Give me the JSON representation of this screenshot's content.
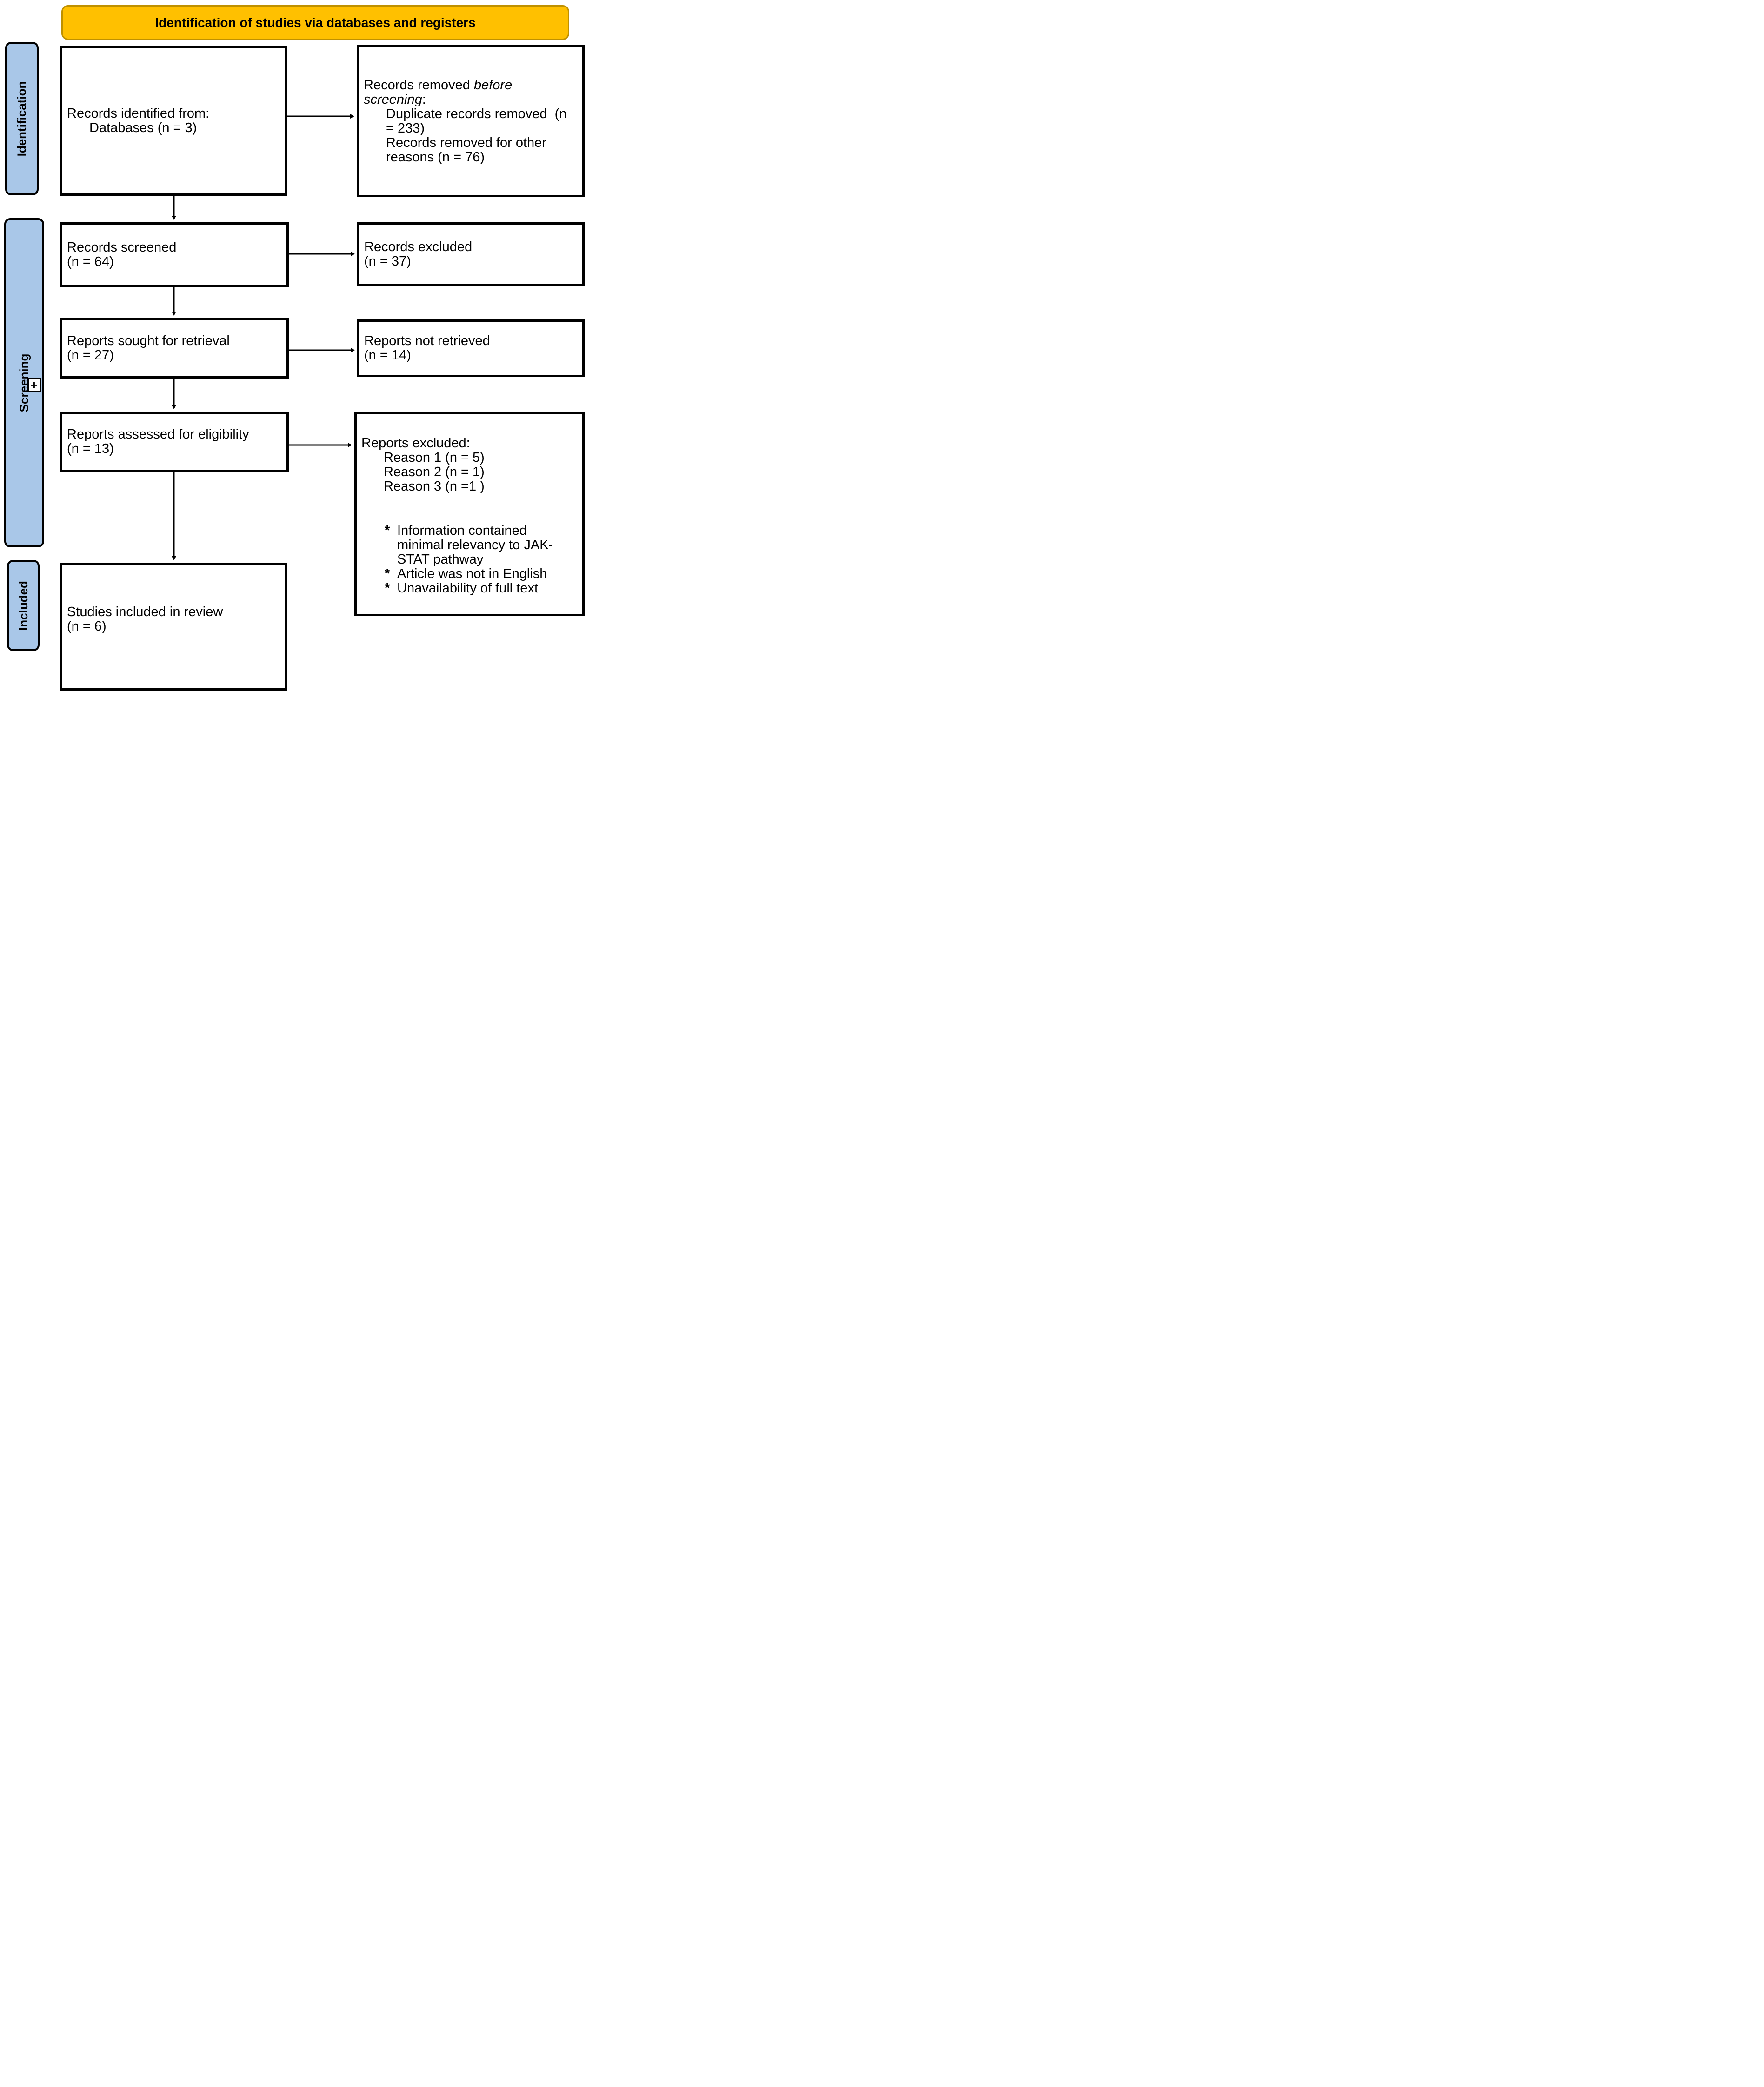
{
  "banner": {
    "title": "Identification of studies via databases and registers"
  },
  "colors": {
    "banner_fill": "#FFC000",
    "banner_border": "#BF9000",
    "stage_fill": "#A9C7E8",
    "box_border": "#000000",
    "line": "#000000"
  },
  "stages": {
    "identification": "Identification",
    "screening": "Screening",
    "included": "Included"
  },
  "expander": {
    "symbol": "+"
  },
  "boxes": {
    "records_identified": {
      "line1": "Records identified from:",
      "line2": "Databases (n = 3)"
    },
    "records_removed": {
      "title_prefix": "Records removed ",
      "title_italic": "before\nscreening",
      "title_suffix": ":",
      "item1": "Duplicate records removed  (n\n= 233)",
      "item2": "Records removed for other\nreasons (n = 76)"
    },
    "records_screened": {
      "text": "Records screened\n(n = 64)"
    },
    "records_excluded": {
      "text": "Records excluded\n(n = 37)"
    },
    "reports_sought": {
      "text": "Reports sought for retrieval\n(n = 27)"
    },
    "reports_not_retrieved": {
      "text": "Reports not retrieved\n(n = 14)"
    },
    "reports_assessed": {
      "text": "Reports assessed for eligibility\n(n = 13)"
    },
    "reports_excluded": {
      "title": "Reports excluded:",
      "reasons": [
        "Reason 1 (n = 5)",
        "Reason 2 (n = 1)",
        "Reason 3 (n =1 )"
      ],
      "notes_marker": "*",
      "notes": [
        "Information contained\nminimal relevancy to JAK-\nSTAT pathway",
        "Article was not in English",
        "Unavailability of full text"
      ]
    },
    "studies_included": {
      "text": "Studies included in review\n(n = 6)"
    }
  }
}
